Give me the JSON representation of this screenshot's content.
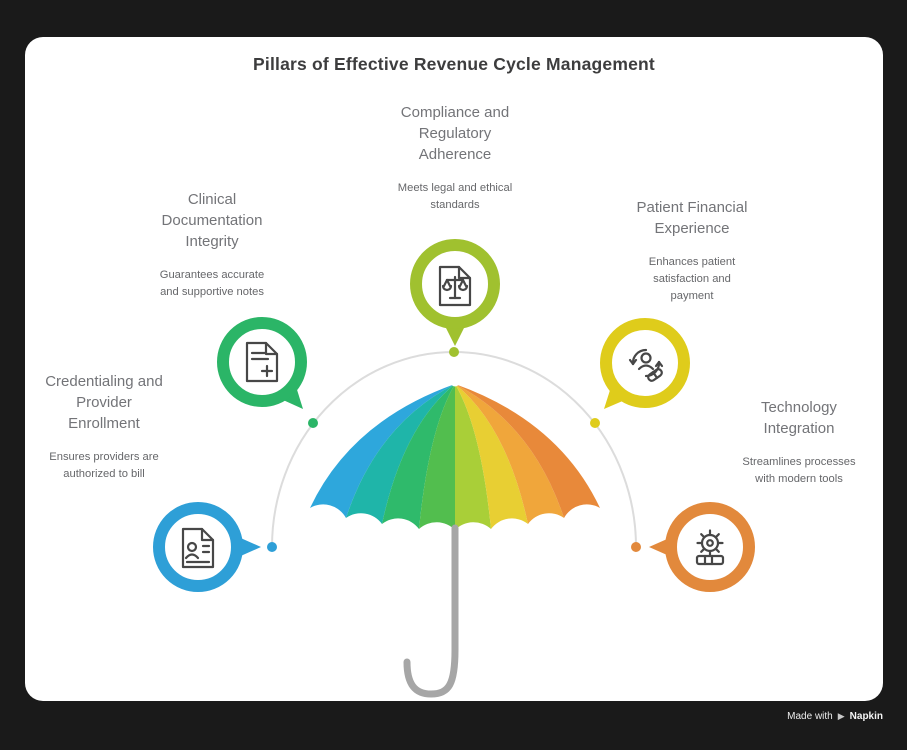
{
  "title": "Pillars of Effective Revenue Cycle Management",
  "watermark": {
    "prefix": "Made with",
    "brand": "Napkin"
  },
  "colors": {
    "background": "#1A1A1A",
    "canvas": "#FFFFFF",
    "arc": "#DCDCDC",
    "handle": "#A6A6A6",
    "title_text": "#3D3D3E",
    "heading_text": "#737478",
    "body_text": "#66676A",
    "icon_stroke": "#474747",
    "umbrella_panels": [
      "#2EA7DC",
      "#1FB5A9",
      "#2FBA6B",
      "#52BE4E",
      "#A9CF38",
      "#E8CF33",
      "#F0A63B",
      "#E8893A"
    ]
  },
  "pillars": [
    {
      "id": "credentialing",
      "title": "Credentialing and\nProvider\nEnrollment",
      "description": "Ensures providers are\nauthorized to bill",
      "color": "#2E9FD7",
      "icon": "id-document-icon"
    },
    {
      "id": "clinical",
      "title": "Clinical\nDocumentation\nIntegrity",
      "description": "Guarantees accurate\nand supportive notes",
      "color": "#2BB567",
      "icon": "medical-document-icon"
    },
    {
      "id": "compliance",
      "title": "Compliance and\nRegulatory\nAdherence",
      "description": "Meets legal and ethical\nstandards",
      "color": "#A0C12F",
      "icon": "legal-scales-document-icon"
    },
    {
      "id": "patient",
      "title": "Patient Financial\nExperience",
      "description": "Enhances patient\nsatisfaction and\npayment",
      "color": "#DFCC1B",
      "icon": "patient-payment-icon"
    },
    {
      "id": "technology",
      "title": "Technology\nIntegration",
      "description": "Streamlines processes\nwith modern tools",
      "color": "#E2893C",
      "icon": "gear-tools-icon"
    }
  ]
}
